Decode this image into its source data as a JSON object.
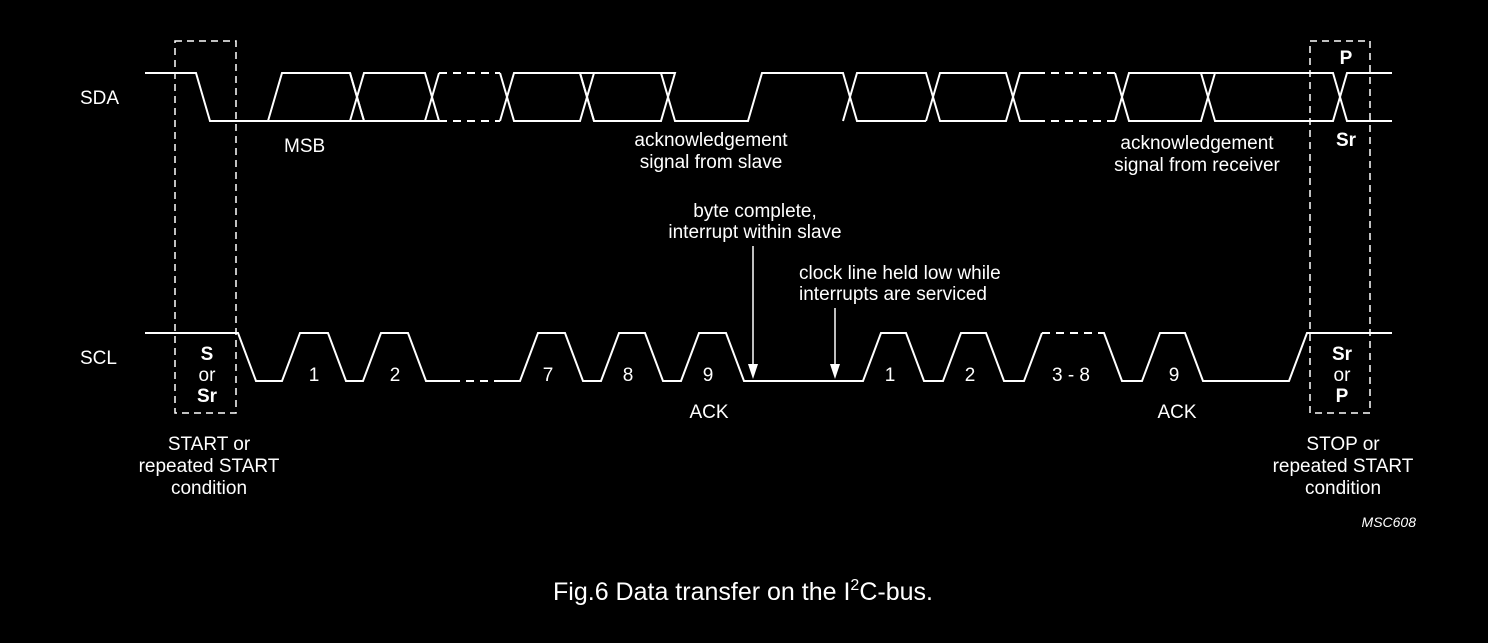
{
  "signals": {
    "sda": "SDA",
    "scl": "SCL"
  },
  "sda_labels": {
    "msb": "MSB",
    "ack_slave": [
      "acknowledgement",
      "signal from slave"
    ],
    "ack_receiver": [
      "acknowledgement",
      "signal from receiver"
    ],
    "p": "P",
    "sr": "Sr"
  },
  "annotations": {
    "byte_complete": [
      "byte complete,",
      "interrupt within slave"
    ],
    "clock_held": [
      "clock line held low while",
      "interrupts are serviced"
    ]
  },
  "scl_labels": {
    "start_box": [
      "S",
      "or",
      "Sr"
    ],
    "stop_box": [
      "Sr",
      "or",
      "P"
    ],
    "pulses_first": [
      "1",
      "2",
      "7",
      "8",
      "9"
    ],
    "pulses_second": [
      "1",
      "2",
      "3 - 8",
      "9"
    ],
    "ack": "ACK"
  },
  "conditions": {
    "start": [
      "START or",
      "repeated START",
      "condition"
    ],
    "stop": [
      "STOP or",
      "repeated START",
      "condition"
    ]
  },
  "figure_code": "MSC608",
  "caption": {
    "prefix": "Fig.6  Data transfer on the I",
    "sup": "2",
    "suffix": "C-bus."
  }
}
